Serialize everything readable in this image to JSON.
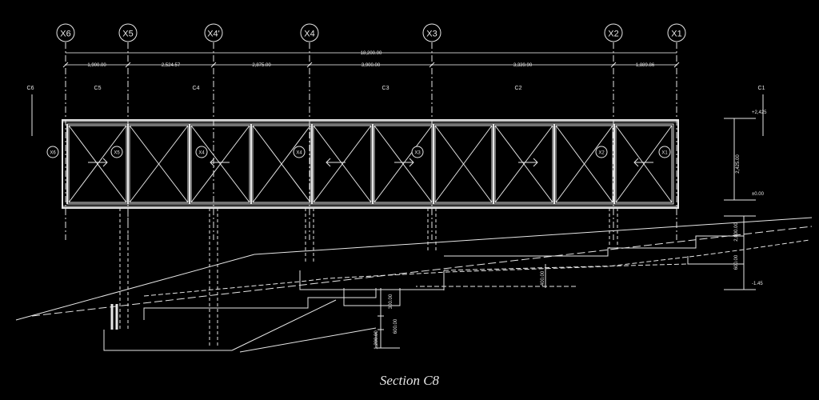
{
  "caption": "Section C8",
  "grid_axes": [
    "X6",
    "X5",
    "X4'",
    "X4",
    "X3",
    "X2",
    "X1"
  ],
  "overall_dimension": "18,200.00",
  "segment_dimensions": [
    "1,900.00",
    "2,524.57",
    "2,875.00",
    "3,900.00",
    "3,339.90",
    "1,889.86"
  ],
  "column_tags": [
    "C6",
    "C5",
    "C4",
    "C3",
    "C2",
    "C1"
  ],
  "bay_tags": [
    "X6",
    "X5",
    "X4",
    "X4",
    "X3",
    "X2",
    "X1"
  ],
  "vertical_dimensions": [
    "2,425.00",
    "2,000.00",
    "600.00",
    "300.00",
    "1,200.00",
    "600.00",
    "400.00"
  ],
  "level_marks": [
    "+2,425",
    "±0.00",
    "-1.45"
  ],
  "colors": {
    "background": "#000000",
    "line": "#e6e6e6",
    "dim": "#bdbdbd"
  }
}
